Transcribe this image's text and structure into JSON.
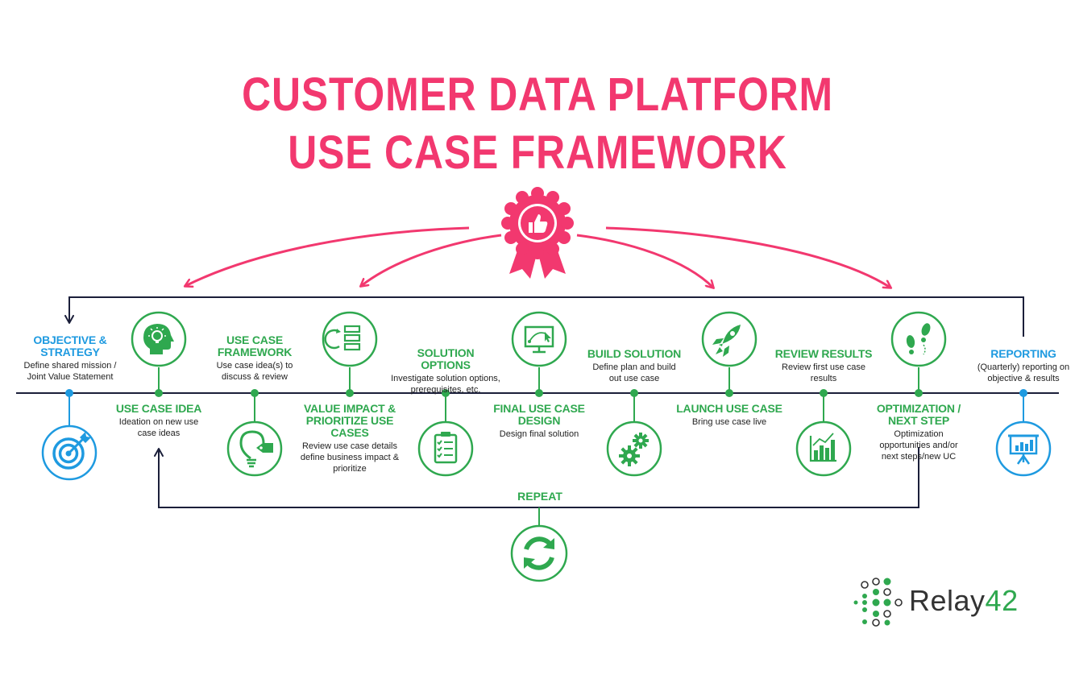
{
  "title": {
    "line1": "CUSTOMER DATA PLATFORM",
    "line2": "USE CASE FRAMEWORK"
  },
  "colors": {
    "pink": "#f2386f",
    "green": "#2fa84f",
    "blue": "#1e9ae0",
    "navy": "#1b1f3a"
  },
  "steps": {
    "objective": {
      "title": "OBJECTIVE & STRATEGY",
      "desc": "Define shared mission / Joint Value Statement",
      "icon": "target-icon"
    },
    "use_case_idea": {
      "title": "USE CASE IDEA",
      "desc": "Ideation on new use case ideas",
      "icon": "lightbulb-head-icon"
    },
    "use_case_framework": {
      "title": "USE CASE FRAMEWORK",
      "desc": "Use case idea(s) to discuss & review",
      "icon": "lightbulb-tag-icon"
    },
    "value_impact": {
      "title": "VALUE IMPACT & PRIORITIZE USE CASES",
      "desc": "Review use case details define business impact & prioritize",
      "icon": "prioritize-list-icon"
    },
    "solution_options": {
      "title": "SOLUTION OPTIONS",
      "desc": "Investigate solution options, prerequisites, etc.",
      "icon": "checklist-icon"
    },
    "final_design": {
      "title": "FINAL USE CASE DESIGN",
      "desc": "Design final solution",
      "icon": "design-monitor-icon"
    },
    "build_solution": {
      "title": "BUILD SOLUTION",
      "desc": "Define plan and build out use case",
      "icon": "gears-icon"
    },
    "launch": {
      "title": "LAUNCH USE CASE",
      "desc": "Bring use case live",
      "icon": "rocket-icon"
    },
    "review_results": {
      "title": "REVIEW RESULTS",
      "desc": "Review first use case results",
      "icon": "bar-chart-icon"
    },
    "optimization": {
      "title": "OPTIMIZATION / NEXT STEP",
      "desc": "Optimization opportunities and/or next steps/new UC",
      "icon": "footsteps-icon"
    },
    "reporting": {
      "title": "REPORTING",
      "desc": "(Quarterly) reporting on objective & results",
      "icon": "presentation-icon"
    }
  },
  "repeat": {
    "label": "REPEAT",
    "icon": "refresh-icon"
  },
  "badge": {
    "icon": "thumbs-up-rosette-icon"
  },
  "logo": {
    "name": "Relay",
    "number": "42"
  }
}
